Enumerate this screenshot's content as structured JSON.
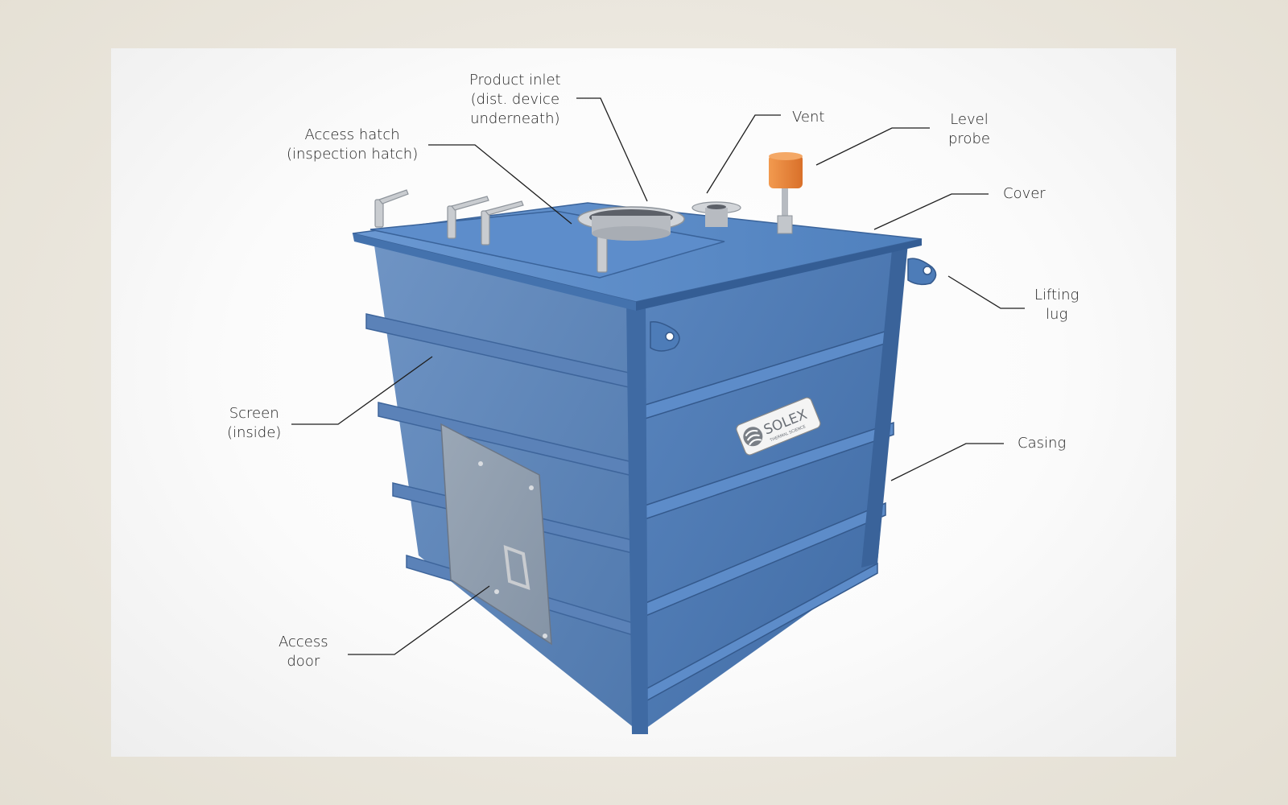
{
  "callouts": {
    "product_inlet": [
      "Product inlet",
      "(dist. device",
      "underneath)"
    ],
    "access_hatch": [
      "Access hatch",
      "(inspection hatch)"
    ],
    "vent": [
      "Vent"
    ],
    "level_probe": [
      "Level",
      "probe"
    ],
    "cover": [
      "Cover"
    ],
    "lifting_lug": [
      "Lifting",
      "lug"
    ],
    "screen": [
      "Screen",
      "(inside)"
    ],
    "casing": [
      "Casing"
    ],
    "access_door": [
      "Access",
      "door"
    ]
  },
  "nameplate": {
    "brand": "SOLEX",
    "subtitle": "THERMAL SCIENCE"
  },
  "colors": {
    "casing_blue": "#4a78b2",
    "casing_dark": "#3a639a",
    "casing_light": "#6f9bd0",
    "probe_orange": "#e8853a",
    "steel": "#c9ccd0",
    "leader_line": "#1e1e1e"
  }
}
